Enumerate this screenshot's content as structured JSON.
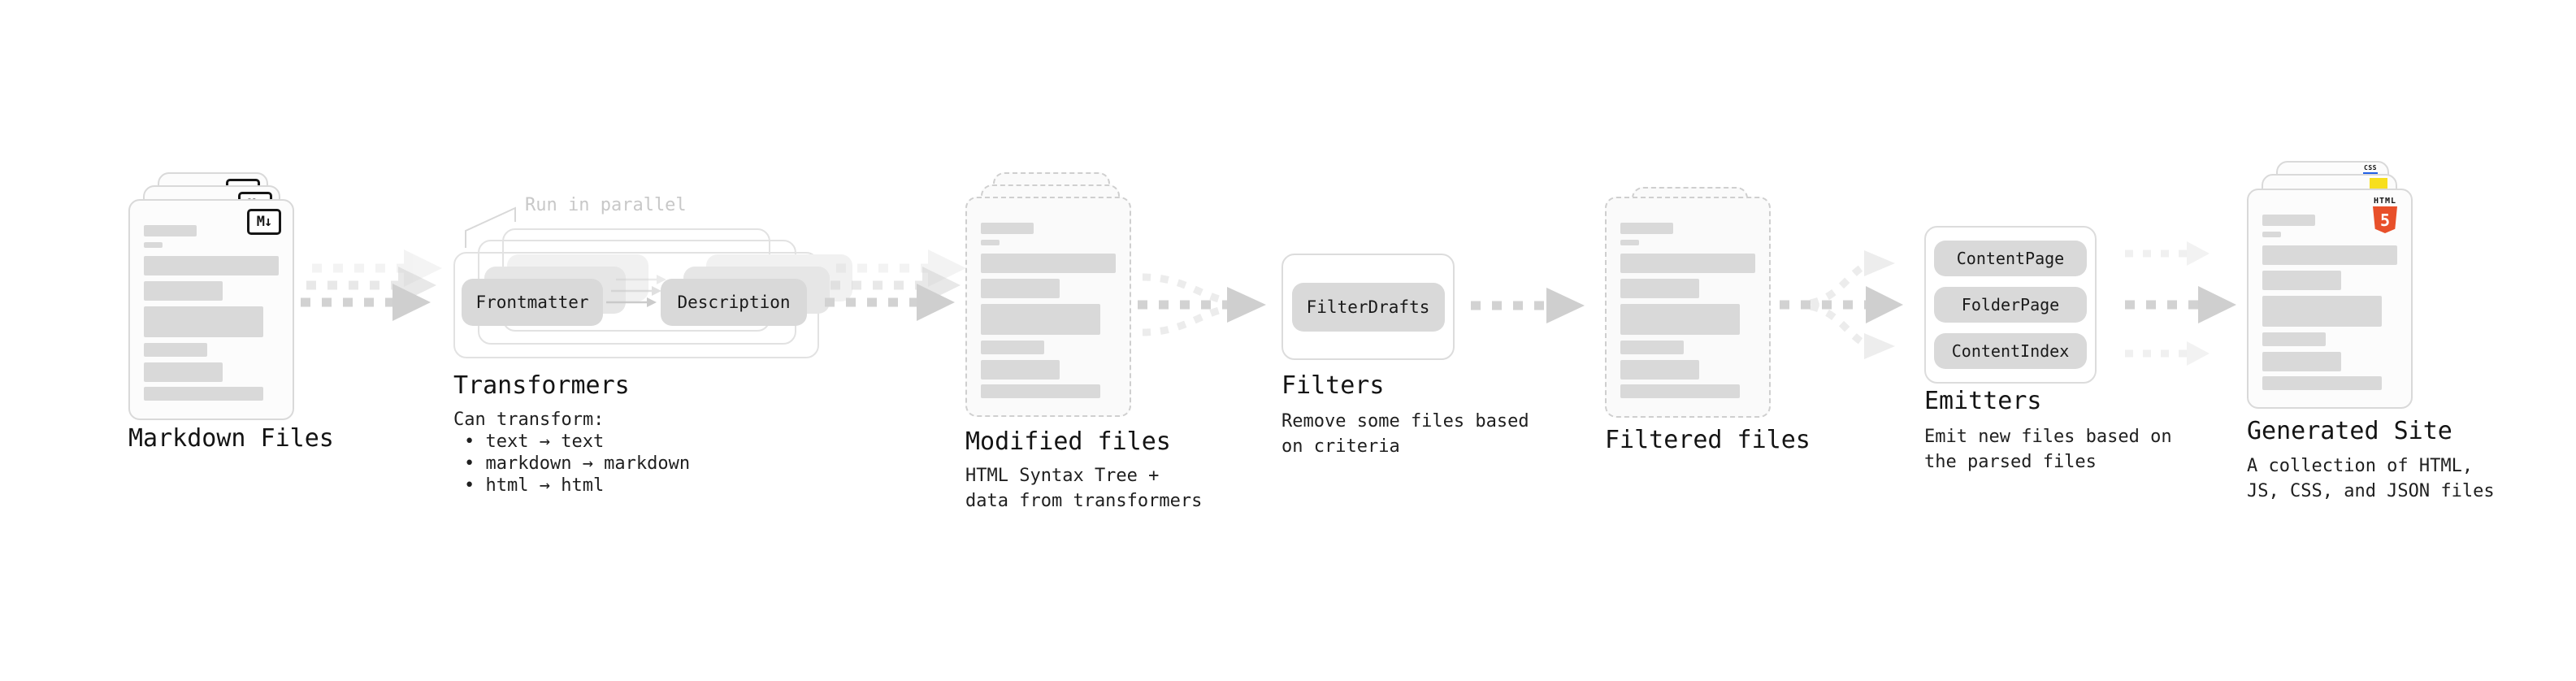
{
  "diagram": {
    "nodes": {
      "markdown_files": {
        "title": "Markdown Files",
        "badge": "M↓"
      },
      "transformers": {
        "annotation": "Run in parallel",
        "boxes": [
          "Frontmatter",
          "Description"
        ],
        "title": "Transformers",
        "desc_heading": "Can transform:",
        "bullets": [
          "• text → text",
          "• markdown → markdown",
          "• html → html"
        ]
      },
      "modified_files": {
        "title": "Modified files",
        "subtitle": "HTML Syntax Tree +\ndata from transformers"
      },
      "filters": {
        "boxes": [
          "FilterDrafts"
        ],
        "title": "Filters",
        "subtitle": "Remove some files based\non criteria"
      },
      "filtered_files": {
        "title": "Filtered files"
      },
      "emitters": {
        "boxes": [
          "ContentPage",
          "FolderPage",
          "ContentIndex"
        ],
        "title": "Emitters",
        "subtitle": "Emit new files based on\nthe parsed files"
      },
      "generated_site": {
        "title": "Generated Site",
        "subtitle": "A collection of HTML,\nJS, CSS, and JSON files",
        "badges": {
          "html_label": "HTML",
          "html_number": "5",
          "css_label": "CSS"
        }
      }
    },
    "colors": {
      "arrow_bold": "#d2d2d2",
      "arrow_faint": "#ececec",
      "bar_gray": "#d9d9d9",
      "html5_orange": "#e8502a",
      "js_yellow": "#f7df1e",
      "css_blue": "#2160e5",
      "annotation_gray": "#c8c8c8"
    }
  }
}
